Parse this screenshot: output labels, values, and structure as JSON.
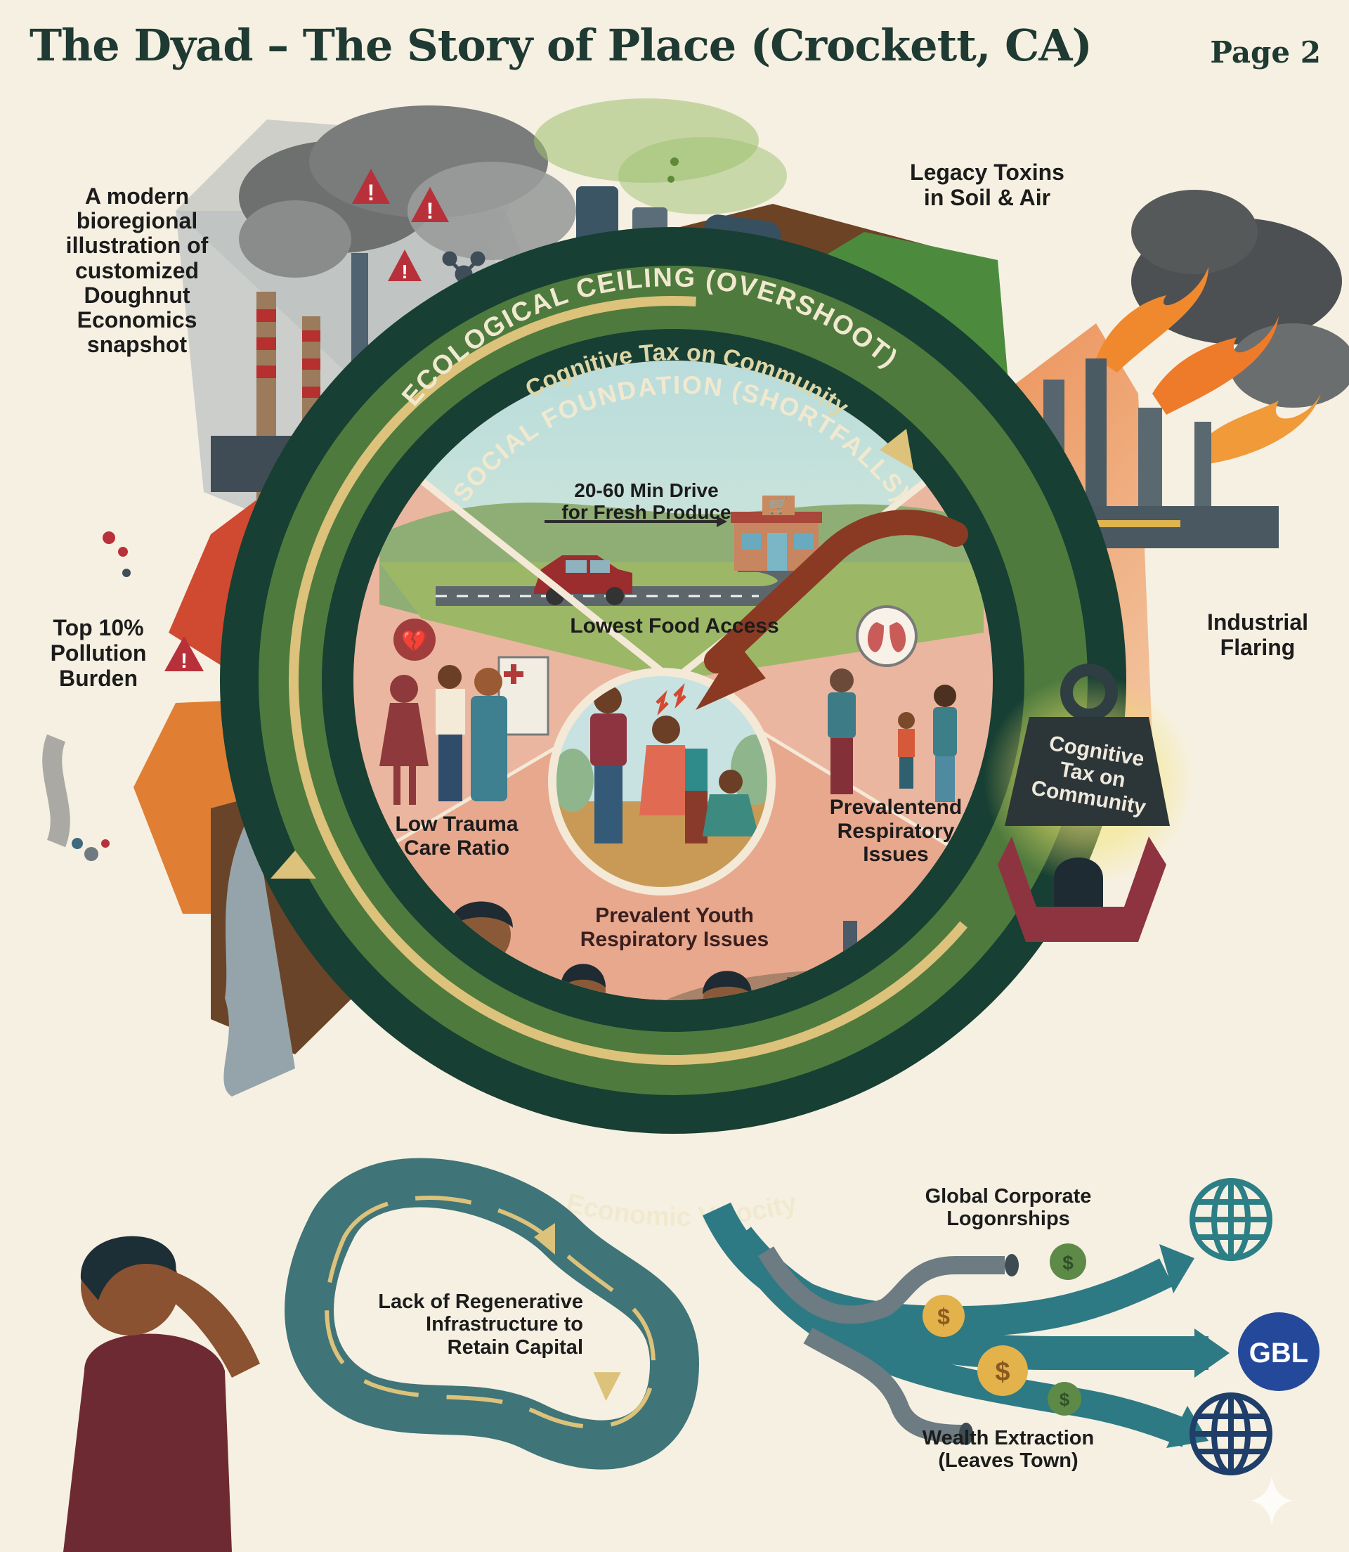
{
  "header": {
    "title": "The Dyad – The Story of Place (Crockett, CA)",
    "page_label": "Page 2"
  },
  "intro_note": {
    "lines": [
      "A modern",
      "bioregional",
      "illustration of",
      "customized",
      "Doughnut",
      "Economics",
      "snapshot"
    ]
  },
  "doughnut": {
    "outer_ring_label": "ECOLOGICAL CEILING (OVERSHOOT)",
    "middle_band_label": "Cognitive Tax on Community",
    "inner_ring_label": "SOCIAL FOUNDATION (SHORTFALLS)",
    "bottom_ring_label": "Economic Velocity",
    "center_icon": "distressed-family-illustration",
    "segments": [
      {
        "id": "food",
        "title": "Lowest Food Access",
        "detail": "20-60 Min Drive\nfor Fresh Produce",
        "icon": "car-to-grocery-store"
      },
      {
        "id": "trauma",
        "title": "Low Trauma\nCare Ratio",
        "icon": "broken-heart-clinic"
      },
      {
        "id": "respiratory",
        "title": "Prevalentend\nRespiratory\nIssues",
        "icon": "lungs-speech-bubble"
      },
      {
        "id": "youth",
        "title": "Prevalent Youth\nRespiratory Issues",
        "icon": "coughing-children-factory"
      }
    ]
  },
  "overshoot_callouts": [
    {
      "id": "toxins",
      "text": "Legacy Toxins\nin Soil & Air",
      "icon": "leaking-barrels"
    },
    {
      "id": "flaring",
      "text": "Industrial\nFlaring",
      "icon": "refinery-flares"
    },
    {
      "id": "pollution",
      "text": "Top 10%\nPollution\nBurden",
      "icon": "warning-triangle"
    }
  ],
  "weight": {
    "text": "Cognitive\nTax on\nCommunity",
    "icon": "kettlebell-weight"
  },
  "economy": {
    "loop_label": "Lack of Regenerative\nInfrastructure to\nRetain Capital",
    "outflow_top_label": "Global Corporate\nLogonrships",
    "outflow_bottom_label": "Wealth Extraction\n(Leaves Town)",
    "destinations": [
      {
        "id": "globe-top",
        "icon": "globe-icon",
        "color": "#2d7f86"
      },
      {
        "id": "gbl",
        "text": "GBL",
        "color": "#24489a"
      },
      {
        "id": "globe-bottom",
        "icon": "globe-icon",
        "color": "#1f3f6a"
      }
    ],
    "coin_symbol": "$"
  },
  "colors": {
    "background": "#f6f0e2",
    "ring_dark": "#173f33",
    "ring_green": "#4e7a3e",
    "ring_yellow": "#dcc27a",
    "segment_pink": "#ebb6a0",
    "alert_red": "#b8313a",
    "outflow_teal": "#2e7a84",
    "extraction_brown": "#8a3a22"
  }
}
